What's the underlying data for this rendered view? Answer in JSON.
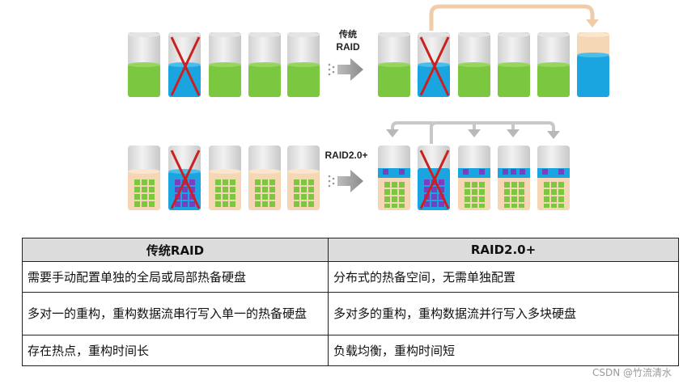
{
  "diagram": {
    "traditional_arrow_label_line1": "传统",
    "traditional_arrow_label_line2": "RAID",
    "raid2_arrow_label": "RAID2.0+",
    "colors": {
      "data_green": "#7cc740",
      "rebuild_blue": "#1aa5e0",
      "hot_spare_peach": "#f5d7b5",
      "failure_cross": "#cc2020",
      "data_block_purple": "#7a3fbf"
    }
  },
  "table": {
    "headers": [
      "传统RAID",
      "RAID2.0+"
    ],
    "rows": [
      [
        "需要手动配置单独的全局或局部热备硬盘",
        "分布式的热备空间，无需单独配置"
      ],
      [
        "多对一的重构，重构数据流串行写入单一的热备硬盘",
        "多对多的重构，重构数据流并行写入多块硬盘"
      ],
      [
        "存在热点，重构时间长",
        "负载均衡，重构时间短"
      ]
    ]
  },
  "watermark": "CSDN @竹流清水"
}
